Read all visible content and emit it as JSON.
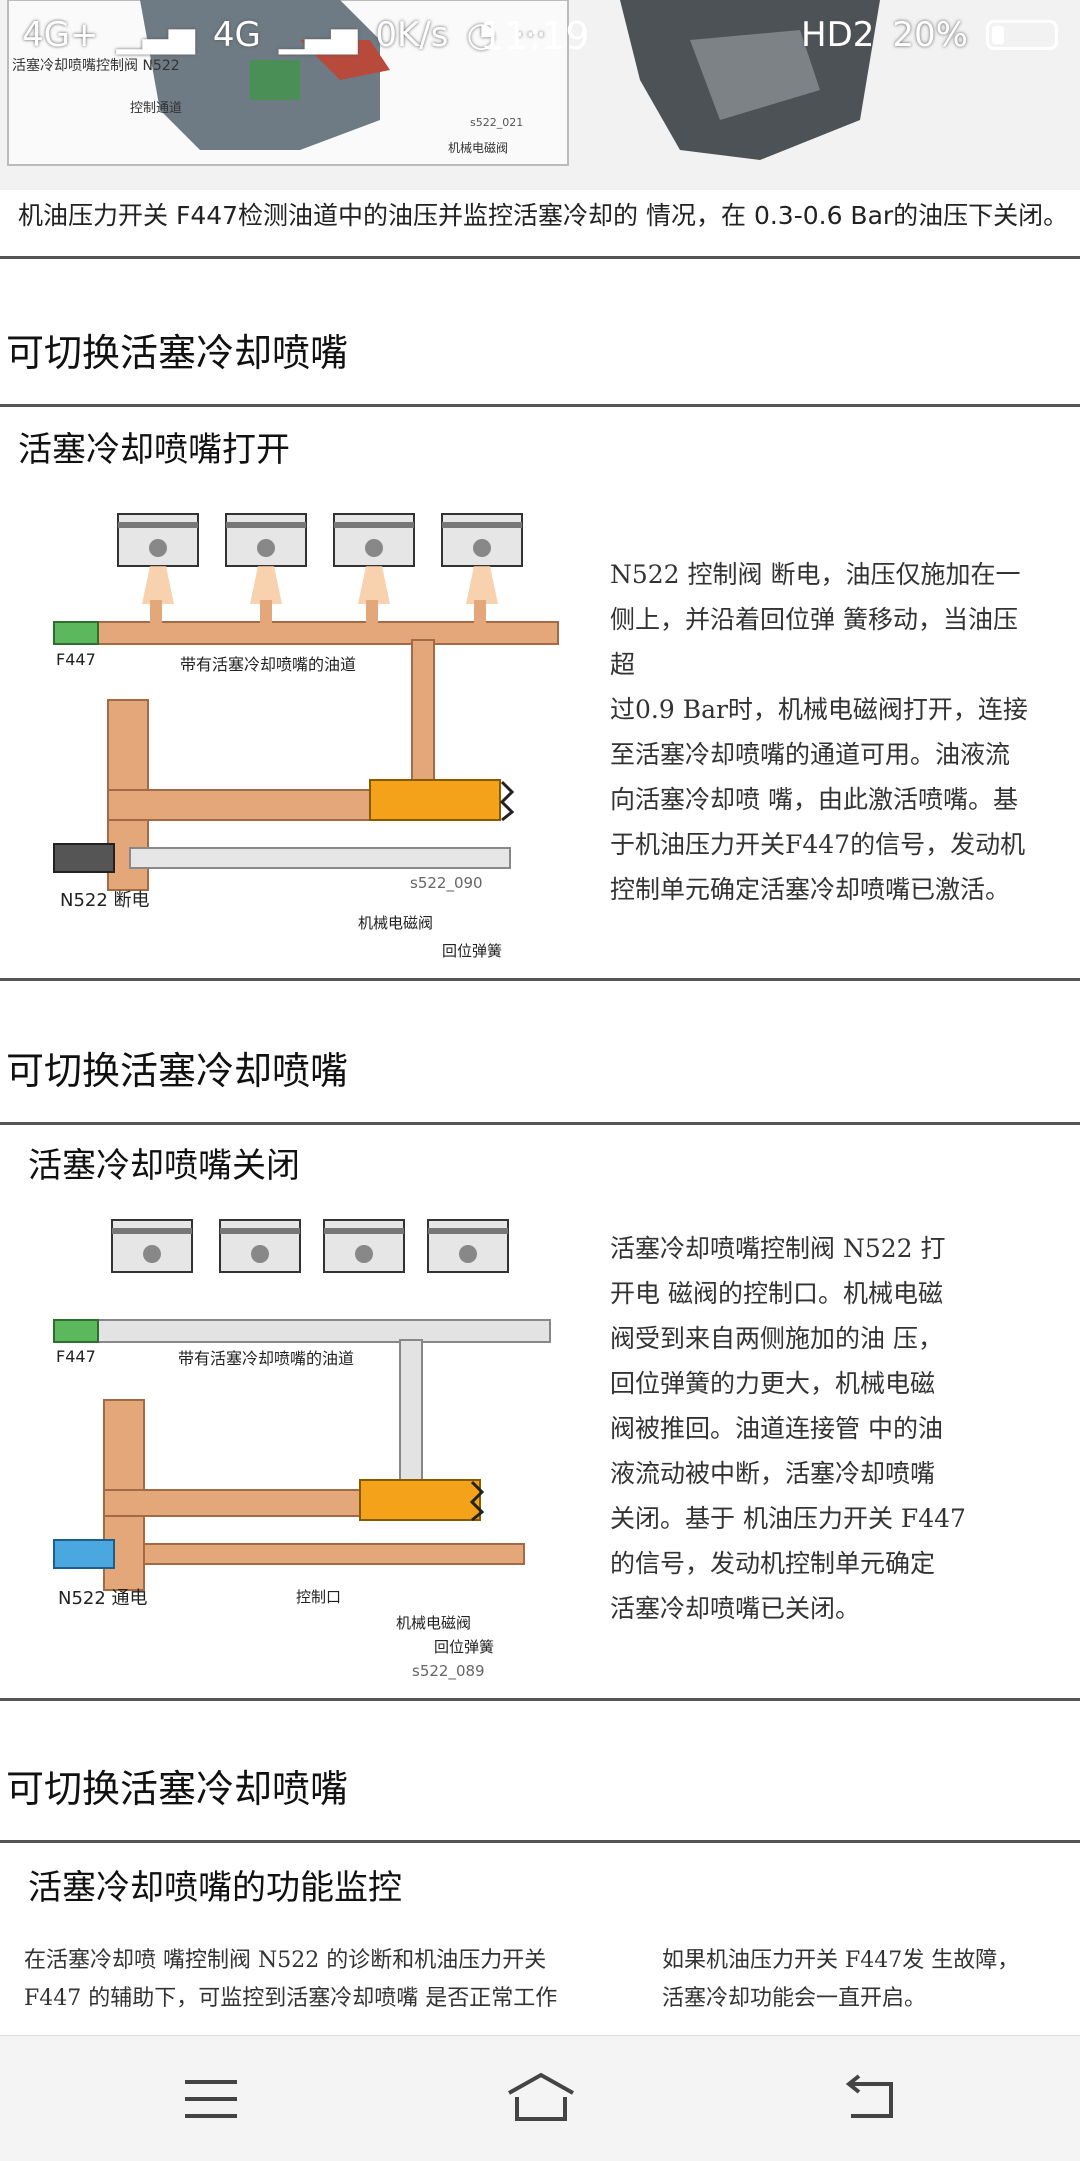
{
  "statusbar": {
    "carrier1": "4G+",
    "carrier2": "4G",
    "speed": "0K/s",
    "time": "11:19",
    "hd": "HD2",
    "battery_pct": "20%"
  },
  "figure_top": {
    "callout_1": "活塞冷却喷嘴控制阀 N522",
    "callout_2": "控制通道",
    "callout_3": "s522_021",
    "callout_4": "机械电磁阀",
    "caption": "机油压力开关 F447检测油道中的油压并监控活塞冷却的 情况，在 0.3-0.6 Bar的油压下关闭。"
  },
  "sections": [
    {
      "title": "可切换活塞冷却喷嘴",
      "subtitle": "活塞冷却喷嘴打开",
      "diagram": {
        "f447": "F447",
        "oil_channel": "带有活塞冷却喷嘴的油道",
        "n522": "N522 断电",
        "code": "s522_090",
        "valve": "机械电磁阀",
        "spring": "回位弹簧"
      },
      "description": [
        "N522 控制阀 断电，油压仅施加在一",
        "侧上，并沿着回位弹 簧移动，当油压超",
        "过0.9 Bar时，机械电磁阀打开，连接",
        "至活塞冷却喷嘴的通道可用。油液流",
        "向活塞冷却喷 嘴，由此激活喷嘴。基",
        "于机油压力开关F447的信号，发动机",
        "控制单元确定活塞冷却喷嘴已激活。"
      ]
    },
    {
      "title": "可切换活塞冷却喷嘴",
      "subtitle": "活塞冷却喷嘴关闭",
      "diagram": {
        "f447": "F447",
        "oil_channel": "带有活塞冷却喷嘴的油道",
        "n522": "N522 通电",
        "control_port": "控制口",
        "valve": "机械电磁阀",
        "spring": "回位弹簧",
        "code": "s522_089"
      },
      "description": [
        "活塞冷却喷嘴控制阀 N522 打",
        "开电 磁阀的控制口。机械电磁",
        "阀受到来自两侧施加的油 压，",
        "回位弹簧的力更大，机械电磁",
        "阀被推回。油道连接管 中的油",
        "液流动被中断，活塞冷却喷嘴",
        "关闭。基于 机油压力开关 F447",
        "的信号，发动机控制单元确定",
        "活塞冷却喷嘴已关闭。"
      ]
    },
    {
      "title": "可切换活塞冷却喷嘴",
      "subtitle": "活塞冷却喷嘴的功能监控",
      "left_text": [
        "在活塞冷却喷 嘴控制阀 N522 的诊断和机油压力开关",
        "F447 的辅助下，可监控到活塞冷却喷嘴 是否正常工作"
      ],
      "right_text": [
        "如果机油压力开关 F447发 生故障，",
        "活塞冷却功能会一直开启。"
      ]
    }
  ],
  "navbar": {
    "menu_icon": "menu-icon",
    "home_icon": "home-icon",
    "back_icon": "back-icon"
  },
  "colors": {
    "oil": "#e3a77a",
    "oil_dark": "#c9875a",
    "valve": "#f5a21b",
    "grey_channel": "#d9d9d9",
    "connector_green": "#5cb85c",
    "connector_blue": "#4aa7e0"
  }
}
